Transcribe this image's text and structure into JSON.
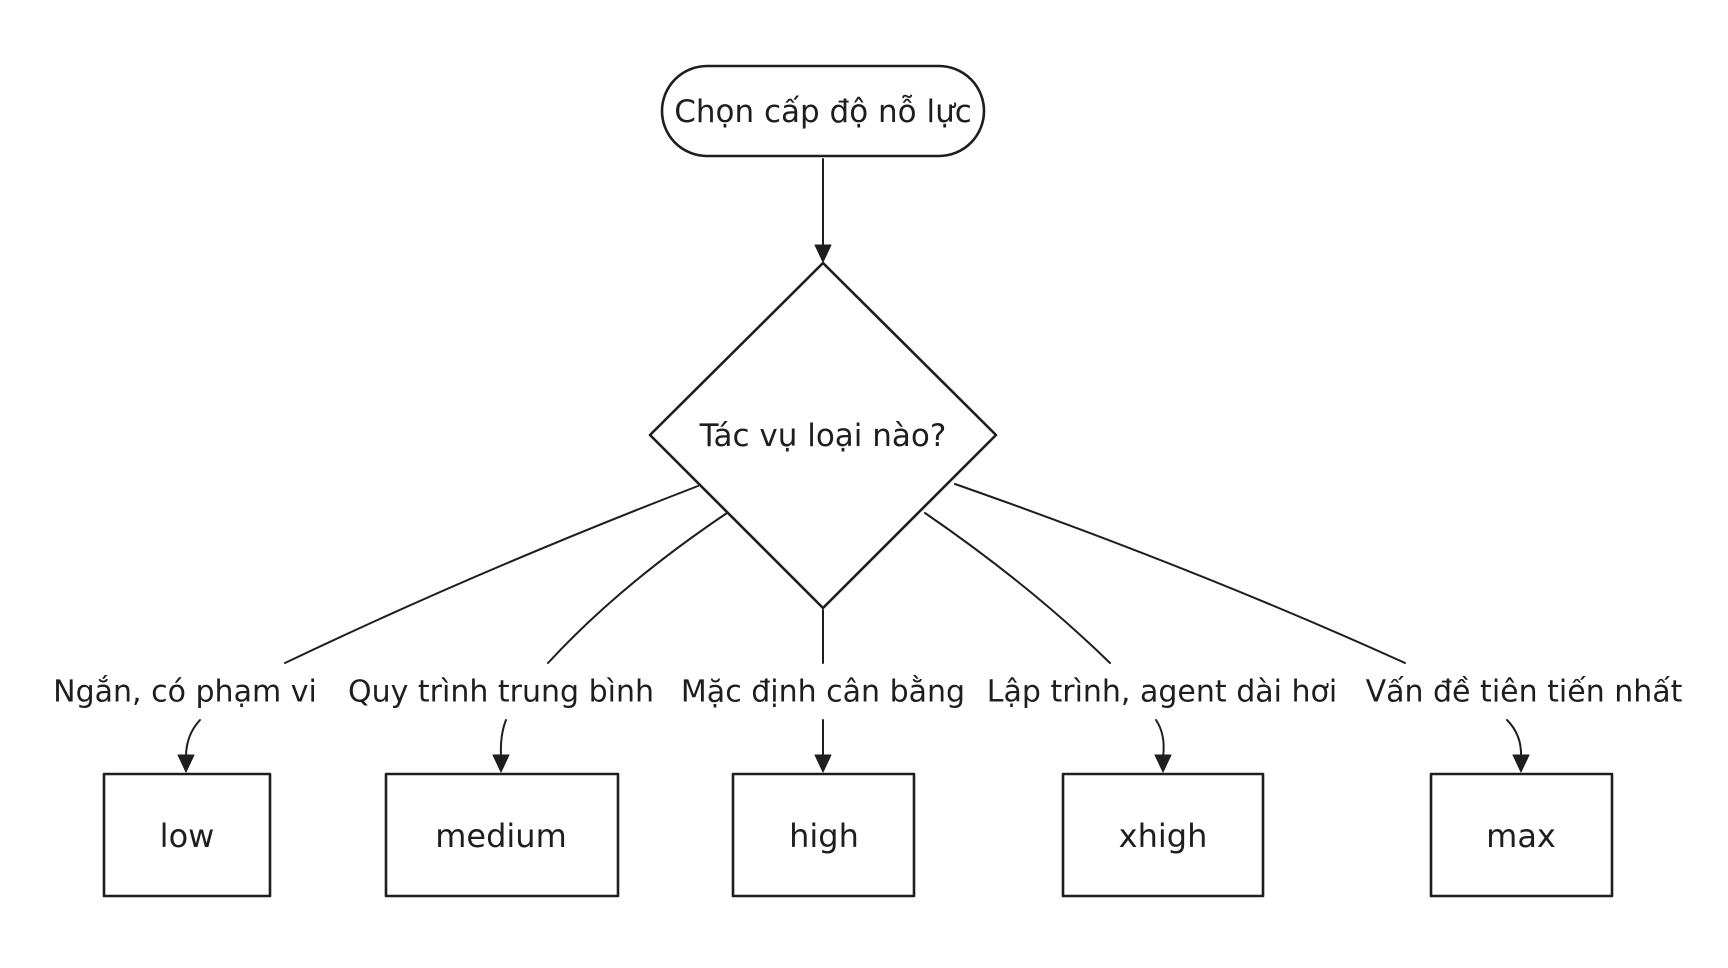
{
  "start_node": {
    "label": "Chọn cấp độ nỗ lực"
  },
  "decision_node": {
    "label": "Tác vụ loại nào?"
  },
  "branches": [
    {
      "condition": "Ngắn, có phạm vi",
      "result": "low"
    },
    {
      "condition": "Quy trình trung bình",
      "result": "medium"
    },
    {
      "condition": "Mặc định cân bằng",
      "result": "high"
    },
    {
      "condition": "Lập trình, agent dài hơi",
      "result": "xhigh"
    },
    {
      "condition": "Vấn đề tiên tiến nhất",
      "result": "max"
    }
  ],
  "colors": {
    "stroke": "#1e1e1e",
    "background": "#ffffff"
  }
}
